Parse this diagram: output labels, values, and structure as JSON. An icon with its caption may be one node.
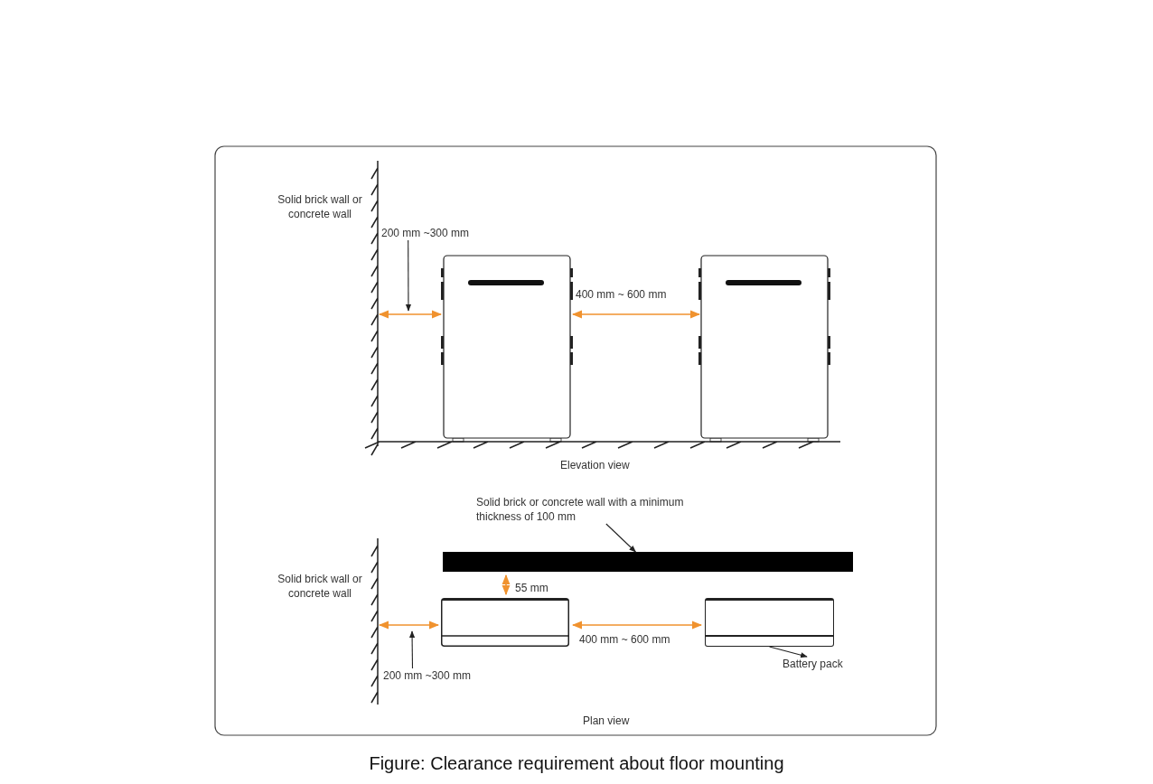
{
  "diagram": {
    "caption": "Figure: Clearance requirement about floor mounting",
    "nodes": [
      {
        "text": [
          "200 mm ~300 mm"
        ]
      },
      {
        "text": [
          "Solid brick or concrete wall with a minimum thickness of 100 mm"
        ]
      },
      {
        "text": [],
        "shape": "bar"
      },
      {
        "text": [
          "200 mm ~300 mm"
        ]
      },
      {
        "text": [],
        "shape": "box"
      },
      {
        "text": [
          "Battery pack"
        ]
      }
    ],
    "edges": [
      {
        "from": 0,
        "to": null,
        "arrow": "to"
      },
      {
        "from": 1,
        "to": 2,
        "arrow": "to"
      },
      {
        "from": 3,
        "to": null,
        "arrow": "to"
      },
      {
        "from": 4,
        "to": 5,
        "arrow": "to"
      }
    ],
    "labels": [
      "Solid brick wall or concrete wall",
      "400 mm ~ 600 mm",
      "Elevation view",
      "Solid brick wall or concrete wall",
      "55 mm",
      "400 mm ~ 600 mm",
      "Plan view"
    ]
  }
}
